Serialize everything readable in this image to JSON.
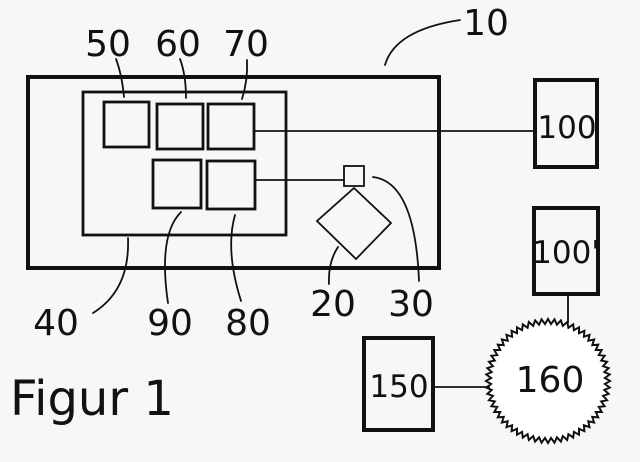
{
  "figure": {
    "title": "Figur 1",
    "colors": {
      "ink": "#111111",
      "background": "#f7f7f7",
      "fill": "#ffffff"
    }
  },
  "labels": {
    "system": "10",
    "sensor": "20",
    "connector": "30",
    "unit": "40",
    "module_a": "50",
    "module_b": "60",
    "module_c": "70",
    "module_d": "80",
    "module_e": "90",
    "server": "100",
    "server_prime": "100'",
    "terminal": "150",
    "network": "160"
  },
  "connections": [
    {
      "from": "70",
      "to": "100"
    },
    {
      "from": "80",
      "to": "30"
    },
    {
      "from": "30",
      "to": "20"
    },
    {
      "from": "100'",
      "to": "160"
    },
    {
      "from": "150",
      "to": "160"
    }
  ]
}
